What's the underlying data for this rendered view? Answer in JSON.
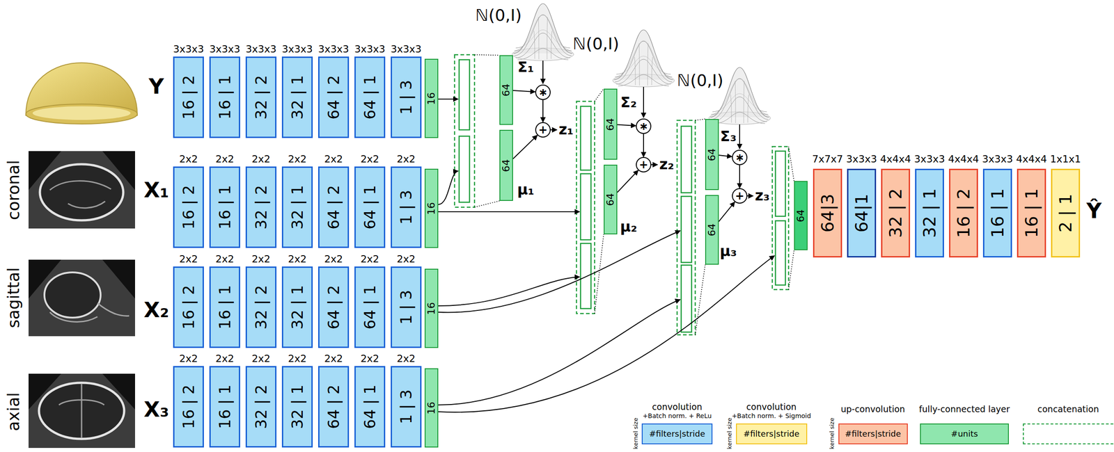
{
  "diagram": {
    "nodes": [
      {
        "text": [
          "16 | 2"
        ]
      },
      {
        "text": [
          "16 | 1"
        ]
      },
      {
        "text": [
          "32 | 2"
        ]
      },
      {
        "text": [
          "32 | 1"
        ]
      },
      {
        "text": [
          "64 | 2"
        ]
      },
      {
        "text": [
          "64 | 1"
        ]
      },
      {
        "text": [
          "1 | 3"
        ]
      },
      {
        "text": [
          "16"
        ]
      },
      {
        "text": [
          "16 | 2"
        ]
      },
      {
        "text": [
          "16 | 1"
        ]
      },
      {
        "text": [
          "32 | 2"
        ]
      },
      {
        "text": [
          "32 | 1"
        ]
      },
      {
        "text": [
          "64 | 2"
        ]
      },
      {
        "text": [
          "64 | 1"
        ]
      },
      {
        "text": [
          "1 | 3"
        ]
      },
      {
        "text": [
          "16"
        ]
      },
      {
        "text": [
          "16 | 2"
        ]
      },
      {
        "text": [
          "16 | 1"
        ]
      },
      {
        "text": [
          "32 | 2"
        ]
      },
      {
        "text": [
          "32 | 1"
        ]
      },
      {
        "text": [
          "64 | 2"
        ]
      },
      {
        "text": [
          "64 | 1"
        ]
      },
      {
        "text": [
          "1 | 3"
        ]
      },
      {
        "text": [
          "16"
        ]
      },
      {
        "text": [
          "16 | 2"
        ]
      },
      {
        "text": [
          "16 | 1"
        ]
      },
      {
        "text": [
          "32 | 2"
        ]
      },
      {
        "text": [
          "32 | 1"
        ]
      },
      {
        "text": [
          "64 | 2"
        ]
      },
      {
        "text": [
          "64 | 1"
        ]
      },
      {
        "text": [
          "1 | 3"
        ]
      },
      {
        "text": [
          "16"
        ]
      },
      {
        "text": [
          "64"
        ]
      },
      {
        "text": [
          "64"
        ]
      },
      {
        "text": [
          "∗"
        ]
      },
      {
        "text": [
          "+"
        ]
      },
      {
        "text": [
          "64"
        ]
      },
      {
        "text": [
          "64"
        ]
      },
      {
        "text": [
          "∗"
        ]
      },
      {
        "text": [
          "+"
        ]
      },
      {
        "text": [
          "64"
        ]
      },
      {
        "text": [
          "64"
        ]
      },
      {
        "text": [
          "∗"
        ]
      },
      {
        "text": [
          "+"
        ]
      },
      {
        "text": [
          "64"
        ]
      },
      {
        "text": [
          "64|3"
        ]
      },
      {
        "text": [
          "64|1"
        ]
      },
      {
        "text": [
          "32 | 2"
        ]
      },
      {
        "text": [
          "32 | 1"
        ]
      },
      {
        "text": [
          "16 | 2"
        ]
      },
      {
        "text": [
          "16 | 1"
        ]
      },
      {
        "text": [
          "16 | 1"
        ]
      },
      {
        "text": [
          "2 | 1"
        ]
      }
    ],
    "edges": [
      {
        "from": 32,
        "to": 34,
        "arrow": "to"
      },
      {
        "from": 34,
        "to": 35,
        "arrow": "to"
      },
      {
        "from": 33,
        "to": 35,
        "arrow": "to"
      },
      {
        "from": 36,
        "to": 38,
        "arrow": "to"
      },
      {
        "from": 38,
        "to": 39,
        "arrow": "to"
      },
      {
        "from": 37,
        "to": 39,
        "arrow": "to"
      },
      {
        "from": 40,
        "to": 42,
        "arrow": "to"
      },
      {
        "from": 42,
        "to": 43,
        "arrow": "to"
      },
      {
        "from": 41,
        "to": 43,
        "arrow": "to"
      }
    ],
    "labels": [
      "Y",
      "X₁",
      "X₂",
      "X₃",
      "coronal",
      "sagittal",
      "axial",
      "3x3x3",
      "3x3x3",
      "3x3x3",
      "3x3x3",
      "3x3x3",
      "3x3x3",
      "3x3x3",
      "2x2",
      "2x2",
      "2x2",
      "2x2",
      "2x2",
      "2x2",
      "2x2",
      "2x2",
      "2x2",
      "2x2",
      "2x2",
      "2x2",
      "2x2",
      "2x2",
      "2x2",
      "2x2",
      "2x2",
      "2x2",
      "2x2",
      "2x2",
      "2x2",
      "ℕ(0,I)",
      "Σ₁",
      "μ₁",
      "z₁",
      "ℕ(0,I)",
      "Σ₂",
      "μ₂",
      "z₂",
      "ℕ(0,I)",
      "Σ₃",
      "μ₃",
      "z₃",
      "7x7x7",
      "3x3x3",
      "4x4x4",
      "3x3x3",
      "4x4x4",
      "3x3x3",
      "4x4x4",
      "1x1x1",
      "Ŷ",
      "kernel size",
      "+Batch norm. + ReLu",
      "#filters|stride",
      "kernel size",
      "+Batch norm. + Sigmoid",
      "#filters|stride",
      "kernel size",
      "#filters|stride",
      "#units"
    ],
    "legend": [
      {
        "text": "convolution",
        "color": "#a6dcf7"
      },
      {
        "text": "convolution",
        "color": "#fff1a6"
      },
      {
        "text": "up-convolution",
        "color": "#fcc4a6"
      },
      {
        "text": "fully-connected layer",
        "color": "#8fe6ae"
      },
      {
        "text": "concatenation"
      }
    ]
  }
}
